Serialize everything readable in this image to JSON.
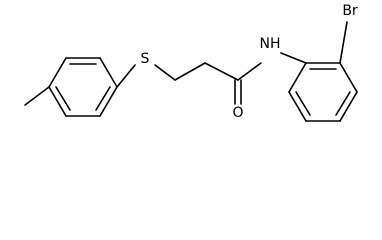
{
  "molecule": {
    "atom_labels": {
      "sulfur": "S",
      "nitrogen_hydrogen": "NH",
      "oxygen": "O",
      "bromine": "Br"
    }
  },
  "colors": {
    "bond": "#000000",
    "label": "#000000",
    "background": "#ffffff"
  }
}
